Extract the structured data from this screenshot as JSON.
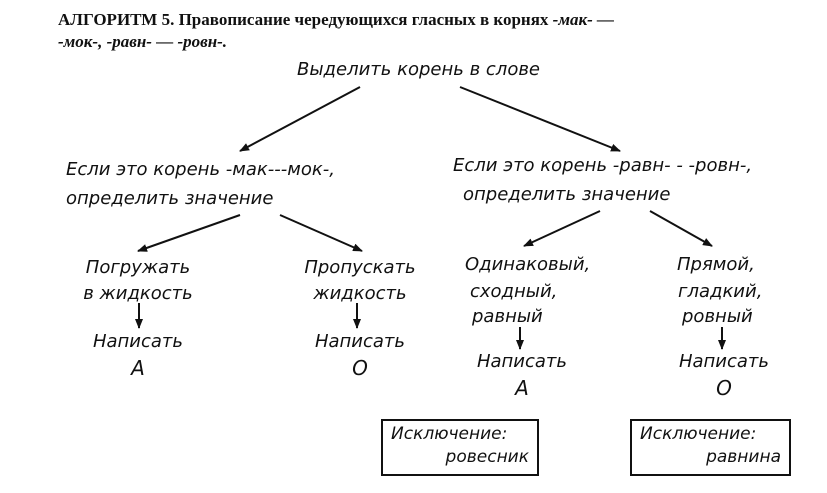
{
  "title": {
    "bold": "АЛГОРИТМ 5.",
    "text": " Правописание чередующихся гласных в корнях ",
    "roots_a": "-мак- —",
    "roots_b": "-мок-, -равн- — -ровн-."
  },
  "root_node": "Выделить корень в слове",
  "branches": [
    {
      "condition": [
        "Если это корень -мак---мок-,",
        "определить значение"
      ],
      "leaves": [
        {
          "meaning": [
            "Погружать",
            "в жидкость"
          ],
          "action": "Написать",
          "letter": "А"
        },
        {
          "meaning": [
            "Пропускать",
            "жидкость"
          ],
          "action": "Написать",
          "letter": "О"
        }
      ]
    },
    {
      "condition": [
        "Если это корень -равн- - -ровн-,",
        "определить значение"
      ],
      "leaves": [
        {
          "meaning": [
            "Одинаковый,",
            "сходный,",
            "равный"
          ],
          "action": "Написать",
          "letter": "А",
          "exception": [
            "Исключение:",
            "ровесник"
          ]
        },
        {
          "meaning": [
            "Прямой,",
            "гладкий,",
            "ровный"
          ],
          "action": "Написать",
          "letter": "О",
          "exception": [
            "Исключение:",
            "равнина"
          ]
        }
      ]
    }
  ]
}
